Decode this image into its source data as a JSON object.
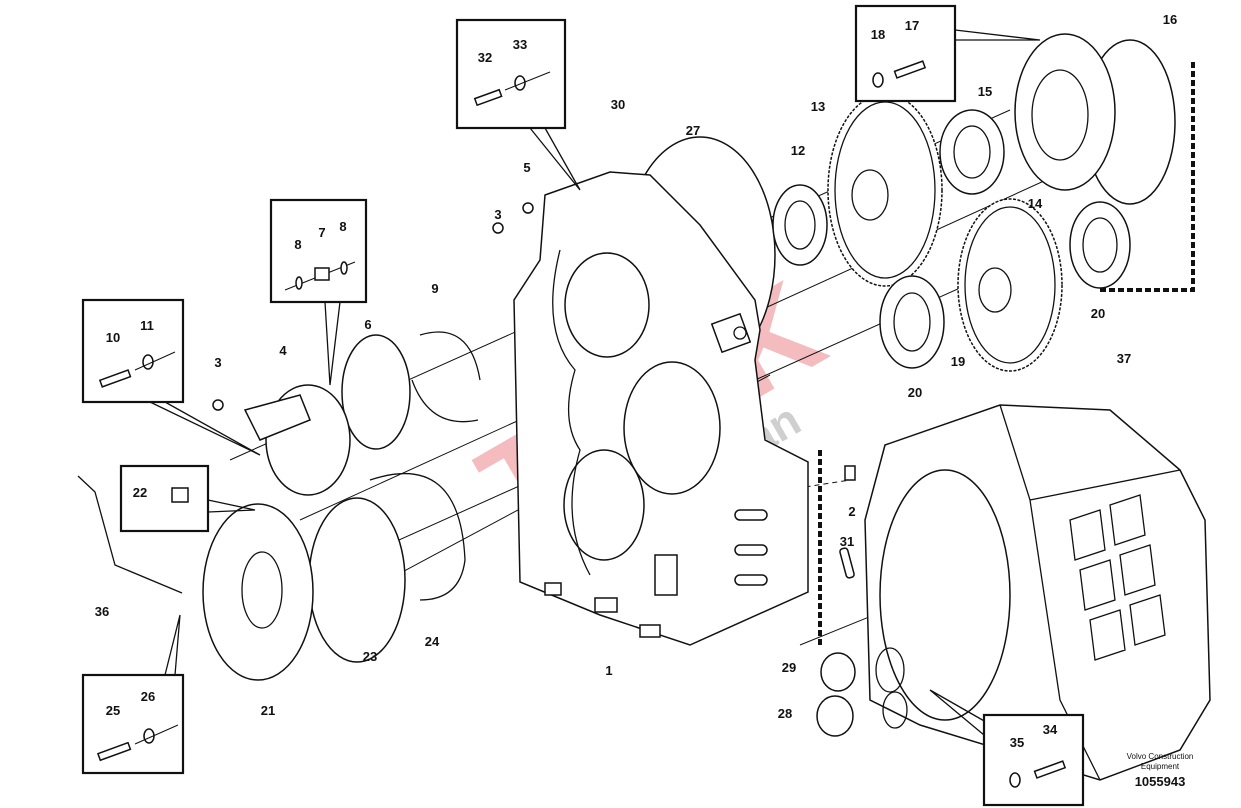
{
  "callouts": [
    "32",
    "33",
    "30",
    "27",
    "5",
    "3",
    "12",
    "13",
    "18",
    "17",
    "16",
    "15",
    "14",
    "20",
    "19",
    "20",
    "37",
    "9",
    "8",
    "7",
    "8",
    "6",
    "4",
    "3",
    "10",
    "11",
    "22",
    "2",
    "31",
    "36",
    "23",
    "24",
    "1",
    "21",
    "25",
    "26",
    "29",
    "28",
    "35",
    "34"
  ],
  "footer": {
    "maker_line1": "Volvo Construction",
    "maker_line2": "Equipment",
    "drawing_number": "1055943"
  },
  "watermark": {
    "brand": "TORK",
    "sub": "Şanzıman"
  },
  "colors": {
    "watermark": "#e0333a",
    "line": "#111111"
  }
}
